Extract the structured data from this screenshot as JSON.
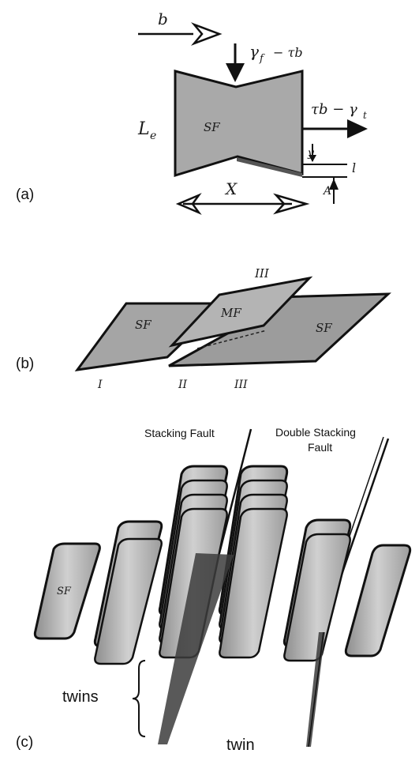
{
  "panels": {
    "a": {
      "label": "(a)",
      "burgers_vector": "b",
      "top_stress": "γ",
      "top_stress_sub": "f",
      "top_stress_rel": "− τb",
      "right_stress": "τb − γ",
      "right_stress_sub": "t",
      "left_length": "L",
      "left_length_sub": "e",
      "region": "SF",
      "thickness_symbol": "y",
      "thickness_l": "l",
      "corner_mark": "A",
      "width": "X"
    },
    "b": {
      "label": "(b)",
      "top_roman": "III",
      "plane_left": "SF",
      "plane_middle": "MF",
      "plane_right": "SF",
      "bottom_roman": [
        "I",
        "II",
        "III"
      ]
    },
    "c": {
      "label": "(c)",
      "stacking_fault": "Stacking Fault",
      "double_stacking_fault_line1": "Double Stacking",
      "double_stacking_fault_line2": "Fault",
      "region": "SF",
      "twins": "twins",
      "twin": "twin"
    }
  },
  "colors": {
    "plane_fill": "#9a9a9a",
    "plane_fill_light": "#c4c4c4",
    "outline": "#1a1a1a",
    "twin_dark": "#3c3c3c"
  }
}
